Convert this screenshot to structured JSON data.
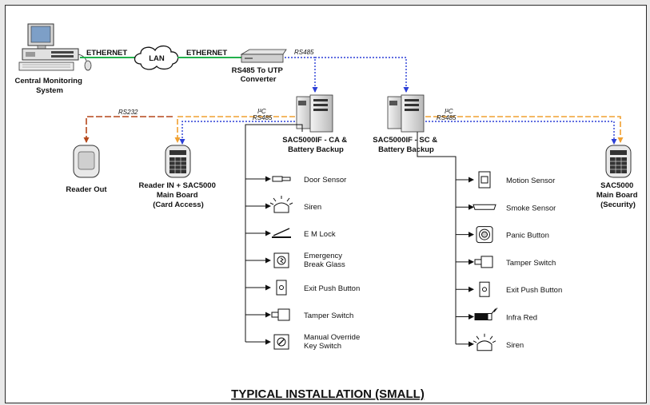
{
  "title": "TYPICAL INSTALLATION (SMALL)",
  "network": {
    "central": [
      "Central Monitoring",
      "System"
    ],
    "ethernet_left": "ETHERNET",
    "lan": "LAN",
    "ethernet_right": "ETHERNET",
    "converter": [
      "RS485 To UTP",
      "Converter"
    ],
    "rs485_top": "RS485"
  },
  "controllers": {
    "ca": [
      "SAC5000IF - CA &",
      "Battery Backup"
    ],
    "sc": [
      "SAC5000IF - SC &",
      "Battery Backup"
    ]
  },
  "readers": {
    "out": "Reader Out",
    "main": [
      "Reader IN + SAC5000",
      "Main Board",
      "(Card Access)"
    ],
    "security": [
      "SAC5000",
      "Main Board",
      "(Security)"
    ]
  },
  "link_labels": {
    "rs232": "RS232",
    "i2c_left": "I²C",
    "rs485_left": "RS485",
    "i2c_right": "I²C",
    "rs485_right": "RS485"
  },
  "ca_devices": [
    {
      "label": [
        "Door Sensor"
      ],
      "icon": "door-sensor-icon"
    },
    {
      "label": [
        "Siren"
      ],
      "icon": "siren-icon"
    },
    {
      "label": [
        "E M Lock"
      ],
      "icon": "em-lock-icon"
    },
    {
      "label": [
        "Emergency",
        "Break Glass"
      ],
      "icon": "break-glass-icon"
    },
    {
      "label": [
        "Exit Push Button"
      ],
      "icon": "exit-button-icon"
    },
    {
      "label": [
        "Tamper Switch"
      ],
      "icon": "tamper-switch-icon"
    },
    {
      "label": [
        "Manual Override",
        "Key Switch"
      ],
      "icon": "key-switch-icon"
    }
  ],
  "sc_devices": [
    {
      "label": [
        "Motion Sensor"
      ],
      "icon": "motion-sensor-icon"
    },
    {
      "label": [
        "Smoke Sensor"
      ],
      "icon": "smoke-sensor-icon"
    },
    {
      "label": [
        "Panic Button"
      ],
      "icon": "panic-button-icon"
    },
    {
      "label": [
        "Tamper Switch"
      ],
      "icon": "tamper-switch-icon"
    },
    {
      "label": [
        "Exit Push Button"
      ],
      "icon": "exit-button-icon"
    },
    {
      "label": [
        "Infra Red"
      ],
      "icon": "infra-red-icon"
    },
    {
      "label": [
        "Siren"
      ],
      "icon": "siren-icon"
    }
  ],
  "colors": {
    "ethernet": "#22b14c",
    "rs485": "#2b3fd6",
    "rs232": "#b5471a",
    "i2c": "#f0a030"
  }
}
